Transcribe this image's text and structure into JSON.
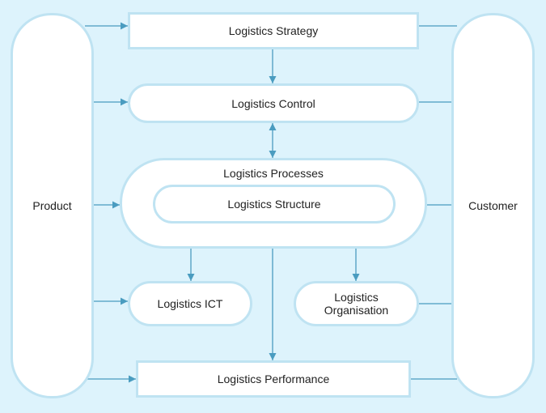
{
  "diagram": {
    "colors": {
      "background": "#ddf3fc",
      "node_fill": "#ffffff",
      "node_border": "#bfe3f2",
      "connector": "#4a9cc0"
    },
    "nodes": {
      "product": "Product",
      "customer": "Customer",
      "strategy": "Logistics Strategy",
      "control": "Logistics Control",
      "processes": "Logistics Processes",
      "structure": "Logistics Structure",
      "ict": "Logistics ICT",
      "organisation": "Logistics\nOrganisation",
      "performance": "Logistics Performance"
    },
    "edges": [
      {
        "from": "product",
        "to": "strategy",
        "arrow": "end"
      },
      {
        "from": "product",
        "to": "control",
        "arrow": "end"
      },
      {
        "from": "product",
        "to": "processes",
        "arrow": "end"
      },
      {
        "from": "product",
        "to": "ict",
        "arrow": "end"
      },
      {
        "from": "product",
        "to": "performance",
        "arrow": "end"
      },
      {
        "from": "strategy",
        "to": "control",
        "arrow": "end"
      },
      {
        "from": "control",
        "to": "processes",
        "arrow": "both"
      },
      {
        "from": "processes",
        "to": "ict",
        "arrow": "end"
      },
      {
        "from": "processes",
        "to": "organisation",
        "arrow": "end"
      },
      {
        "from": "processes",
        "to": "performance",
        "arrow": "end"
      },
      {
        "from": "strategy",
        "to": "customer",
        "arrow": "none"
      },
      {
        "from": "control",
        "to": "customer",
        "arrow": "none"
      },
      {
        "from": "processes",
        "to": "customer",
        "arrow": "none"
      },
      {
        "from": "organisation",
        "to": "customer",
        "arrow": "none"
      },
      {
        "from": "performance",
        "to": "customer",
        "arrow": "none"
      }
    ]
  }
}
